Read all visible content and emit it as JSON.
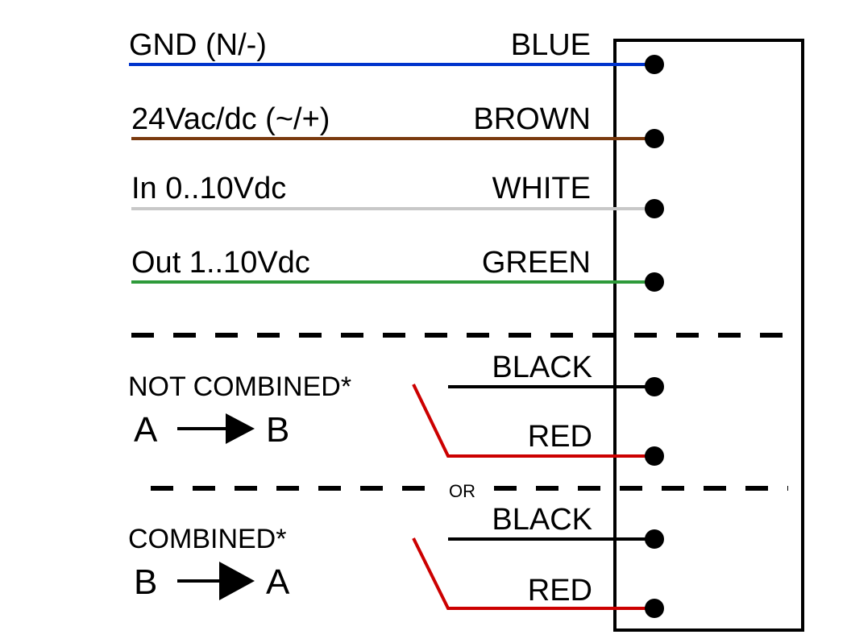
{
  "wires": [
    {
      "signal": "GND (N/-)",
      "color_name": "BLUE",
      "color": "#0033cc"
    },
    {
      "signal": "24Vac/dc (~/+)",
      "color_name": "BROWN",
      "color": "#7a3a0e"
    },
    {
      "signal": "In 0..10Vdc",
      "color_name": "WHITE",
      "color": "#c8c8c8"
    },
    {
      "signal": "Out 1..10Vdc",
      "color_name": "GREEN",
      "color": "#2e9a3a"
    }
  ],
  "not_combined": {
    "title": "NOT COMBINED*",
    "from": "A",
    "to": "B",
    "black_label": "BLACK",
    "red_label": "RED"
  },
  "separator": "OR",
  "combined": {
    "title": "COMBINED*",
    "from": "B",
    "to": "A",
    "black_label": "BLACK",
    "red_label": "RED"
  },
  "colors": {
    "black": "#000000",
    "red": "#cc0000"
  }
}
